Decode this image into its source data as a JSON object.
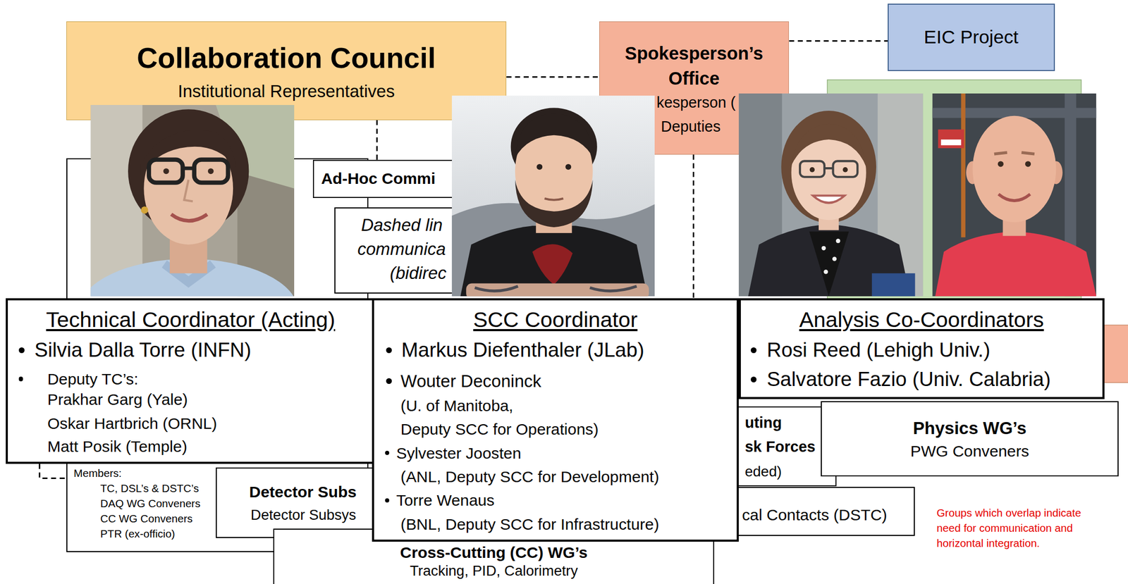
{
  "diagram": {
    "nodes": [
      {
        "text": [
          "Collaboration Council",
          "Institutional Representatives"
        ]
      },
      {
        "text": [
          "Spokesperson’s Office",
          "kesperson (",
          "Deputies"
        ]
      },
      {
        "text": [
          "EIC Project"
        ]
      },
      {
        "text": [
          "Ad-Hoc Commi"
        ]
      },
      {
        "text": [
          "Dashed lin",
          "communica",
          "(bidirec"
        ]
      },
      {
        "text": [
          "Technical Coordinator (Acting)",
          "Silvia Dalla Torre (INFN)",
          "Deputy TC’s:",
          "Prakhar Garg (Yale)",
          "Oskar Hartbrich (ORNL)",
          "Matt Posik (Temple)"
        ]
      },
      {
        "text": [
          "SCC Coordinator",
          "Markus Diefenthaler (JLab)",
          "Wouter Deconinck",
          "(U. of Manitoba,",
          "Deputy SCC for Operations)",
          "Sylvester Joosten",
          "(ANL, Deputy SCC for Development)",
          "Torre Wenaus",
          "(BNL, Deputy SCC for Infrastructure)"
        ]
      },
      {
        "text": [
          "Analysis Co-Coordinators",
          "Rosi Reed (Lehigh Univ.)",
          "Salvatore Fazio (Univ. Calabria)"
        ]
      },
      {
        "text": [
          "Members:",
          "TC, DSL’s & DSTC’s",
          "DAQ WG Conveners",
          "CC WG Conveners",
          "PTR (ex-officio)"
        ]
      },
      {
        "text": [
          "Detector Subs",
          "Detector Subsys"
        ]
      },
      {
        "text": [
          "uting",
          "sk Forces",
          "eded)"
        ]
      },
      {
        "text": [
          "Physics WG’s",
          "PWG Conveners"
        ]
      },
      {
        "text": [
          "cal Contacts (DSTC)"
        ]
      },
      {
        "text": [
          "Cross-Cutting (CC) WG’s",
          "Tracking, PID, Calorimetry"
        ]
      }
    ],
    "edges": [
      {
        "from": 0,
        "to": 1,
        "arrow": "none"
      },
      {
        "from": 1,
        "to": 2,
        "arrow": "none"
      },
      {
        "from": 0,
        "to": 3,
        "arrow": "none"
      },
      {
        "from": 1,
        "to": 6,
        "arrow": "none"
      },
      {
        "from": 5,
        "to": 8,
        "arrow": "none"
      }
    ],
    "labels": [
      "Groups which overlap indicate need for communication and horizontal integration."
    ]
  }
}
